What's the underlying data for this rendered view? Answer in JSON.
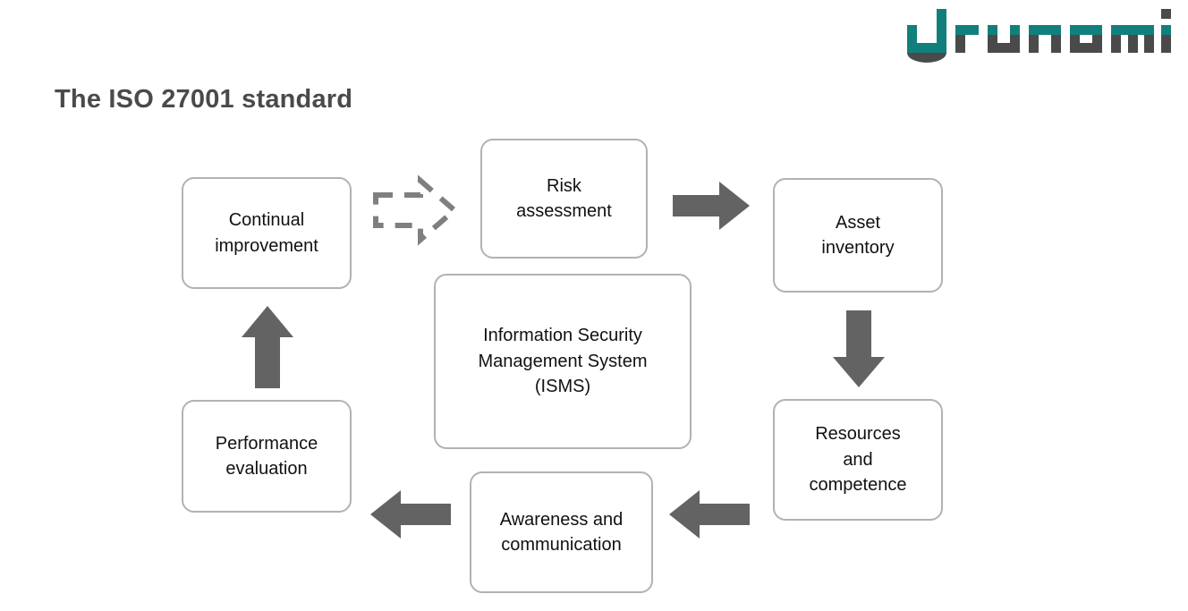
{
  "slide": {
    "title": "The ISO 27001 standard",
    "background": "#ffffff"
  },
  "logo": {
    "name": "drunomics",
    "text": "drunomics",
    "teal": "#11807d",
    "gray": "#4a4a4a"
  },
  "colors": {
    "box_border": "#b2b2b2",
    "box_fill": "#ffffff",
    "text": "#111111",
    "title_text": "#4a4a4a",
    "arrow_solid": "#636363",
    "arrow_dashed": "#7f7f7f"
  },
  "diagram": {
    "type": "cycle-flow",
    "center_node": {
      "id": "isms",
      "lines": [
        "Information Security",
        "Management System",
        "(ISMS)"
      ],
      "label": "Information Security Management System (ISMS)"
    },
    "nodes": [
      {
        "id": "continual-improvement",
        "lines": [
          "Continual",
          "improvement"
        ],
        "label": "Continual improvement"
      },
      {
        "id": "risk-assessment",
        "lines": [
          "Risk",
          "assessment"
        ],
        "label": "Risk assessment"
      },
      {
        "id": "asset-inventory",
        "lines": [
          "Asset",
          "inventory"
        ],
        "label": "Asset inventory"
      },
      {
        "id": "resources-competence",
        "lines": [
          "Resources",
          "and",
          "competence"
        ],
        "label": "Resources and competence"
      },
      {
        "id": "awareness-communication",
        "lines": [
          "Awareness and",
          "communication"
        ],
        "label": "Awareness and communication"
      },
      {
        "id": "performance-evaluation",
        "lines": [
          "Performance",
          "evaluation"
        ],
        "label": "Performance evaluation"
      }
    ],
    "arrows": [
      {
        "id": "continual-to-risk",
        "from": "continual-improvement",
        "to": "risk-assessment",
        "direction": "right",
        "style": "dashed-outline"
      },
      {
        "id": "risk-to-asset",
        "from": "risk-assessment",
        "to": "asset-inventory",
        "direction": "right",
        "style": "solid"
      },
      {
        "id": "asset-to-resources",
        "from": "asset-inventory",
        "to": "resources-competence",
        "direction": "down",
        "style": "solid"
      },
      {
        "id": "resources-to-awareness",
        "from": "resources-competence",
        "to": "awareness-communication",
        "direction": "left",
        "style": "solid"
      },
      {
        "id": "awareness-to-performance",
        "from": "awareness-communication",
        "to": "performance-evaluation",
        "direction": "left",
        "style": "solid"
      },
      {
        "id": "performance-to-continual",
        "from": "performance-evaluation",
        "to": "continual-improvement",
        "direction": "up",
        "style": "solid"
      }
    ]
  }
}
